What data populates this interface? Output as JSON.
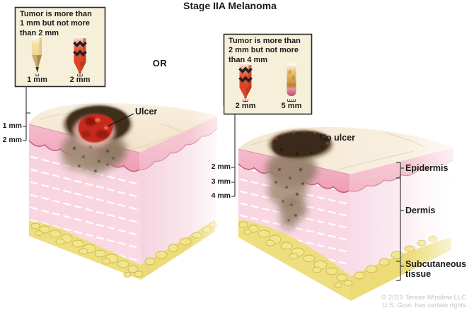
{
  "title": "Stage IIA Melanoma",
  "or_label": "OR",
  "insets": {
    "left": {
      "lines": [
        "Tumor is more than",
        "1 mm but not more",
        "than 2 mm"
      ],
      "scale_labels": [
        "1 mm",
        "2 mm"
      ],
      "icons": [
        "pencil-tip",
        "crayon-tip"
      ]
    },
    "right": {
      "lines": [
        "Tumor is more than",
        "2 mm but not more",
        "than 4 mm"
      ],
      "scale_labels": [
        "2 mm",
        "5 mm"
      ],
      "icons": [
        "crayon-tip",
        "lip-pencil-tip"
      ]
    }
  },
  "blocks": {
    "left": {
      "annotation": "Ulcer",
      "depth_marks": [
        "1 mm",
        "2 mm"
      ]
    },
    "right": {
      "annotation": "No ulcer",
      "depth_marks": [
        "2 mm",
        "3 mm",
        "4 mm"
      ]
    }
  },
  "layer_labels": [
    "Epidermis",
    "Dermis",
    "Subcutaneous tissue"
  ],
  "copyright": [
    "© 2019 Terese Winslow LLC",
    "U.S. Govt. has certain rights"
  ],
  "colors": {
    "inset_background": "#f6efd9",
    "epidermis_pink": "#ee9eb5",
    "dermis_pink": "#f8d2de",
    "fat_yellow": "#eedf7e",
    "ulcer_red": "#c62a1c",
    "tumor_brown": "#3f2d1c"
  }
}
